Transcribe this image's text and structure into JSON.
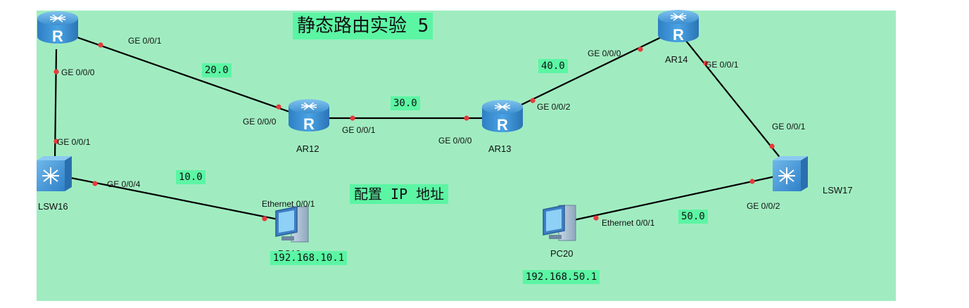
{
  "title": "静态路由实验 5",
  "subtitle": "配置 IP 地址",
  "colors": {
    "background": "#a0ecc0",
    "highlight": "#5cf5a4",
    "link": "#000000",
    "port_dot": "#e83a3a"
  },
  "devices": {
    "ar_top_left": {
      "label": ""
    },
    "ar12": {
      "label": "AR12"
    },
    "ar13": {
      "label": "AR13"
    },
    "ar14": {
      "label": "AR14"
    },
    "lsw16": {
      "label": "LSW16"
    },
    "lsw17": {
      "label": "LSW17"
    },
    "pc19": {
      "label": "PC19"
    },
    "pc20": {
      "label": "PC20"
    }
  },
  "ports": {
    "r_ge001": "GE 0/0/1",
    "r_ge000": "GE 0/0/0",
    "lsw16_ge001": "GE 0/0/1",
    "lsw16_ge004": "GE 0/0/4",
    "ar12_ge000": "GE 0/0/0",
    "ar12_ge001": "GE 0/0/1",
    "ar13_ge000": "GE 0/0/0",
    "ar13_ge002": "GE 0/0/2",
    "ar14_ge000": "GE 0/0/0",
    "ar14_ge001": "GE 0/0/1",
    "lsw17_ge001": "GE 0/0/1",
    "lsw17_ge002": "GE 0/0/2",
    "pc19_eth": "Ethernet 0/0/1",
    "pc20_eth": "Ethernet 0/0/1"
  },
  "networks": {
    "net10": "10.0",
    "net20": "20.0",
    "net30": "30.0",
    "net40": "40.0",
    "net50": "50.0"
  },
  "hosts": {
    "pc19_ip": "192.168.10.1",
    "pc20_ip": "192.168.50.1"
  }
}
